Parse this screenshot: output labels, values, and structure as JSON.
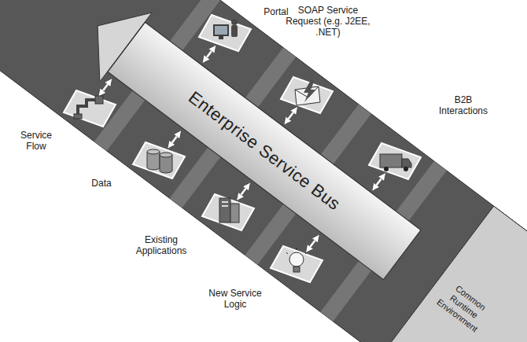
{
  "diagram": {
    "nodes": [
      {
        "text": [
          "Enterprise Service Bus"
        ]
      },
      {
        "text": [
          "Portal"
        ]
      },
      {
        "text": [
          "SOAP Service Request (e.g. J2EE, .NET)"
        ]
      },
      {
        "text": [
          "B2B Interactions"
        ]
      },
      {
        "text": [
          "Service Flow"
        ]
      },
      {
        "text": [
          "Data"
        ]
      },
      {
        "text": [
          "Existing Applications"
        ]
      },
      {
        "text": [
          "New Service Logic"
        ]
      }
    ],
    "edges": [
      {
        "from": 0,
        "to": 1,
        "arrow": "both"
      },
      {
        "from": 0,
        "to": 2,
        "arrow": "both"
      },
      {
        "from": 0,
        "to": 3,
        "arrow": "both"
      },
      {
        "from": 0,
        "to": 4,
        "arrow": "both"
      },
      {
        "from": 0,
        "to": 5,
        "arrow": "both"
      },
      {
        "from": 0,
        "to": 6,
        "arrow": "both"
      },
      {
        "from": 0,
        "to": 7,
        "arrow": "both"
      }
    ],
    "labels": [
      "Common Runtime Environment"
    ]
  }
}
